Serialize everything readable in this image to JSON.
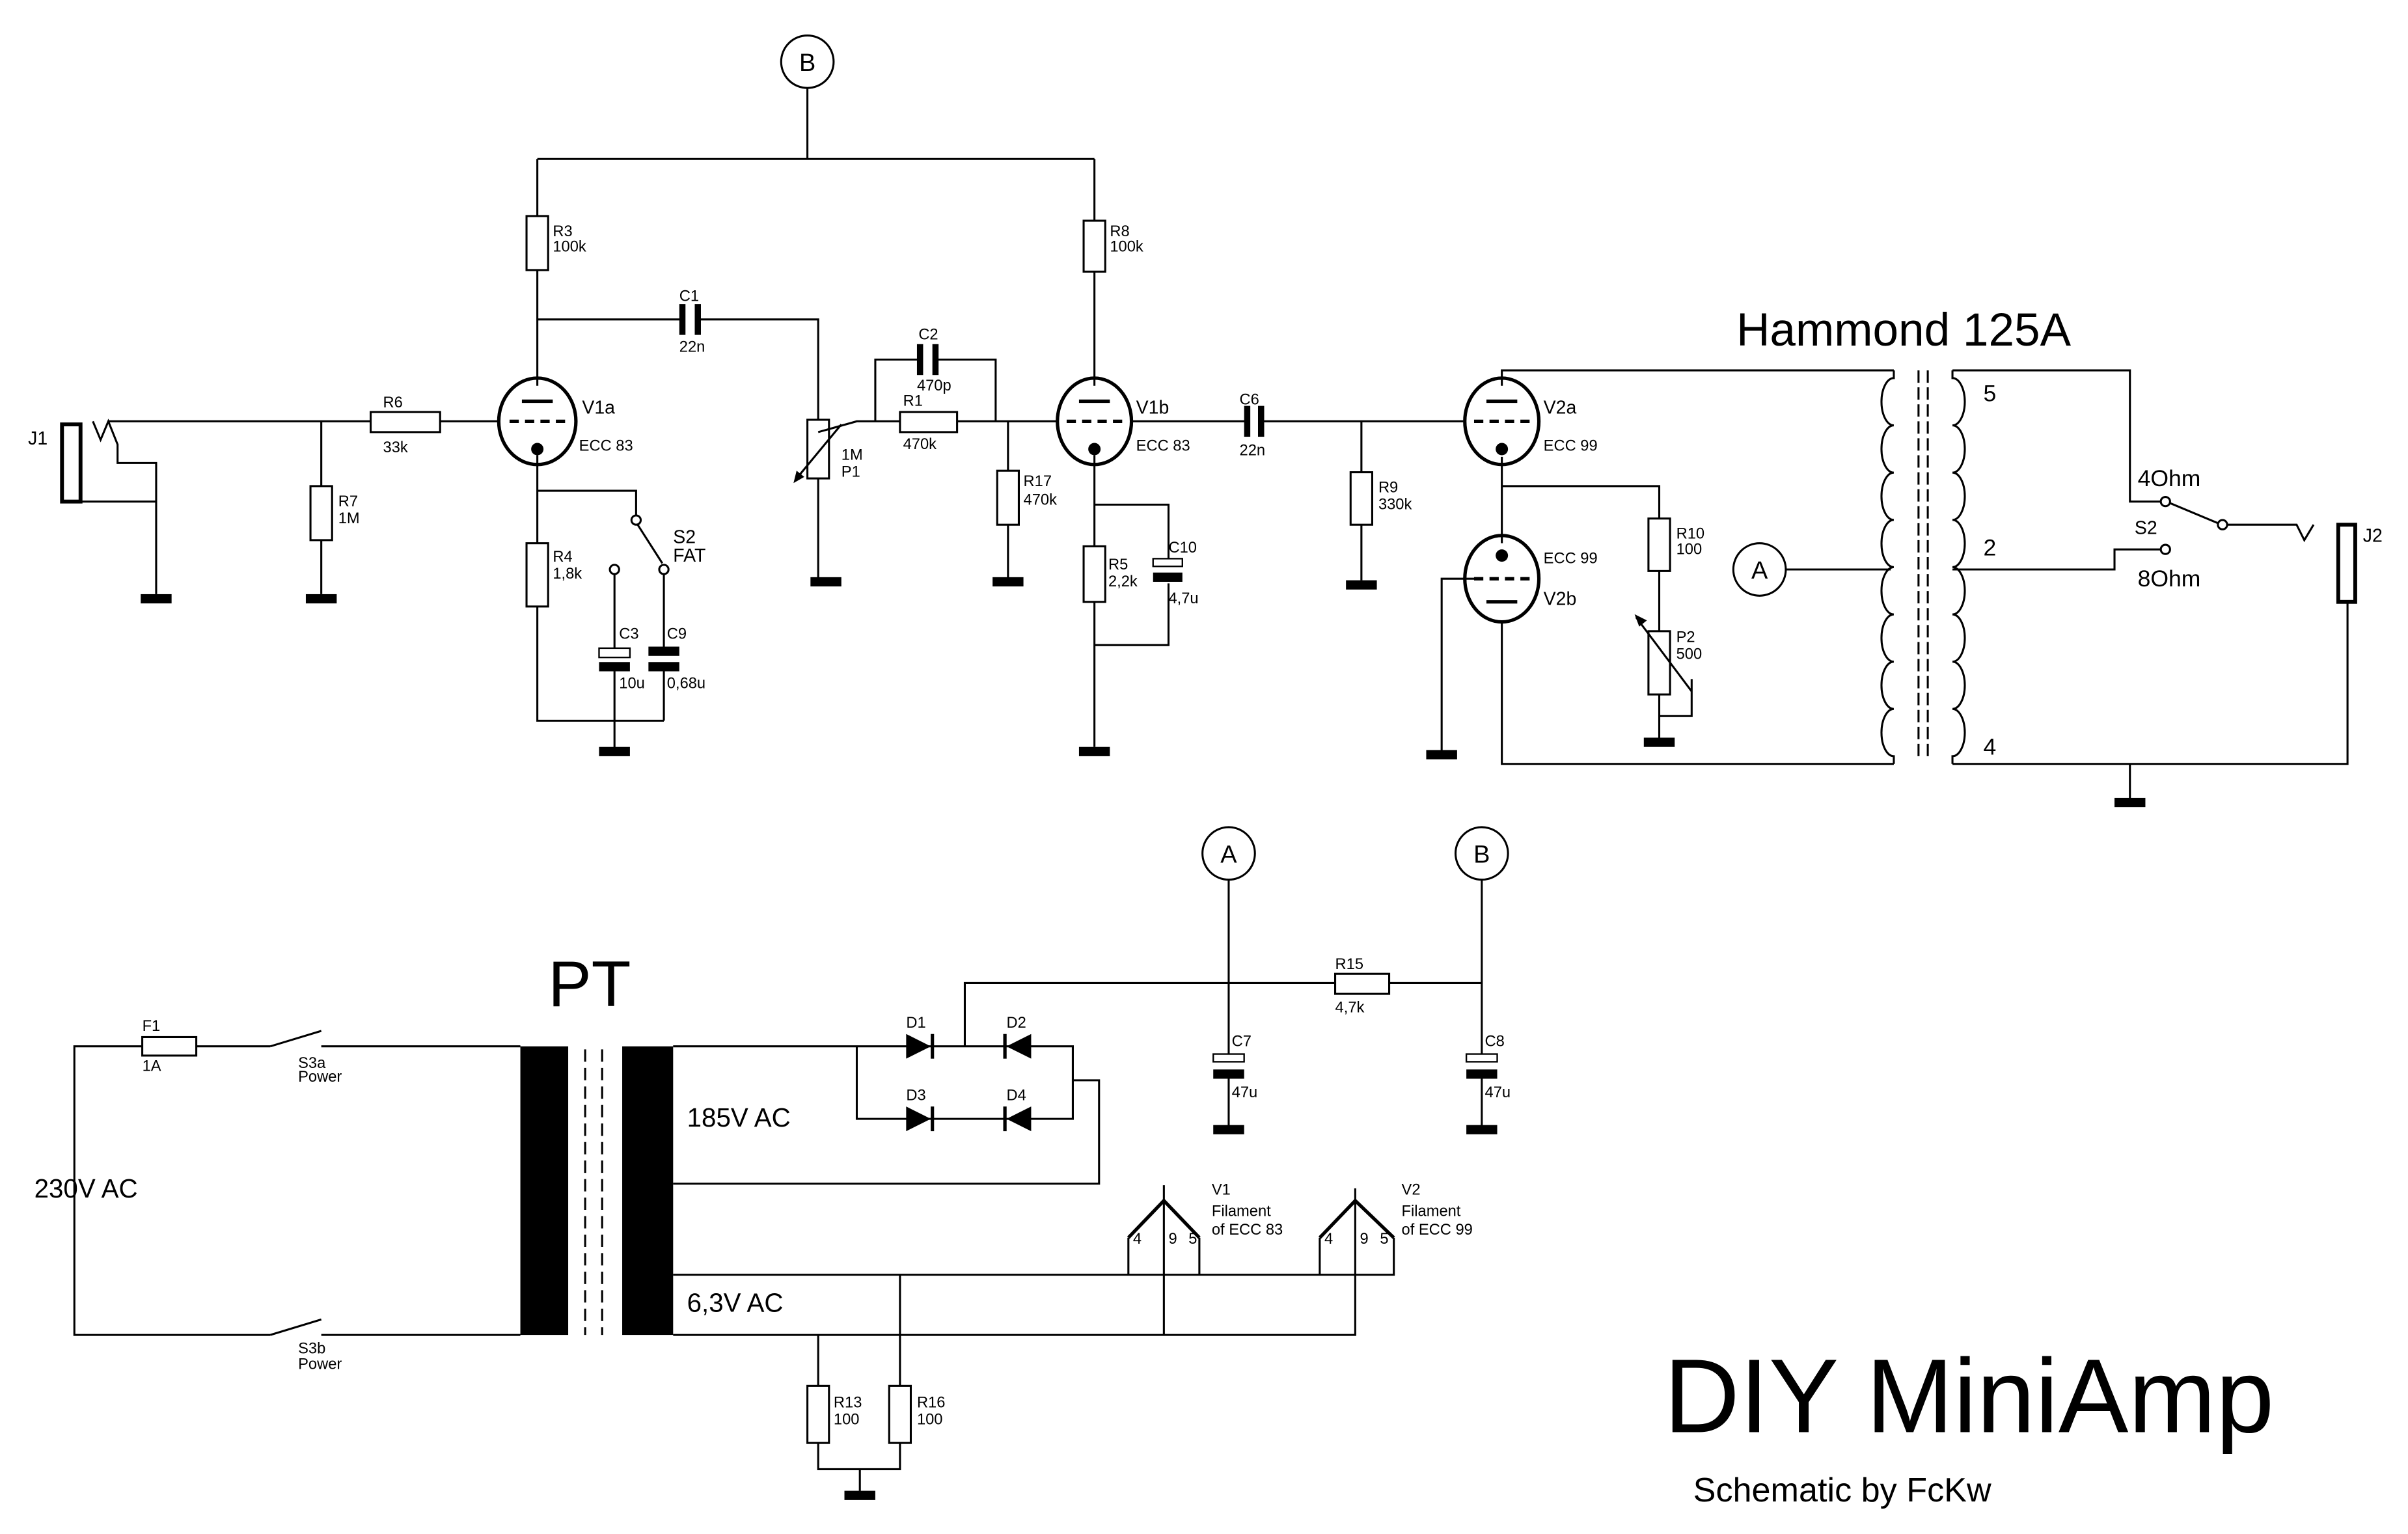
{
  "title": "DIY MiniAmp",
  "subtitle": "Schematic by FcKw",
  "nodes": {
    "A": "A",
    "B": "B"
  },
  "output_transformer": {
    "name": "Hammond 125A",
    "taps": [
      "5",
      "2",
      "4"
    ]
  },
  "power_transformer": {
    "name": "PT",
    "primary": "230V AC",
    "secondary_hv": "185V AC",
    "secondary_heater": "6,3V AC"
  },
  "jacks": {
    "J1": "J1",
    "J2": "J2"
  },
  "tubes": {
    "V1a": {
      "ref": "V1a",
      "type": "ECC 83"
    },
    "V1b": {
      "ref": "V1b",
      "type": "ECC 83"
    },
    "V2a": {
      "ref": "V2a",
      "type": "ECC 99"
    },
    "V2b": {
      "ref": "V2b",
      "type": "ECC 99"
    }
  },
  "resistors": {
    "R1": {
      "ref": "R1",
      "value": "470k"
    },
    "R3": {
      "ref": "R3",
      "value": "100k"
    },
    "R4": {
      "ref": "R4",
      "value": "1,8k"
    },
    "R5": {
      "ref": "R5",
      "value": "2,2k"
    },
    "R6": {
      "ref": "R6",
      "value": "33k"
    },
    "R7": {
      "ref": "R7",
      "value": "1M"
    },
    "R8": {
      "ref": "R8",
      "value": "100k"
    },
    "R9": {
      "ref": "R9",
      "value": "330k"
    },
    "R10": {
      "ref": "R10",
      "value": "100"
    },
    "R13": {
      "ref": "R13",
      "value": "100"
    },
    "R15": {
      "ref": "R15",
      "value": "4,7k"
    },
    "R16": {
      "ref": "R16",
      "value": "100"
    },
    "R17": {
      "ref": "R17",
      "value": "470k"
    }
  },
  "pots": {
    "P1": {
      "ref": "P1",
      "value": "1M"
    },
    "P2": {
      "ref": "P2",
      "value": "500"
    }
  },
  "capacitors": {
    "C1": {
      "ref": "C1",
      "value": "22n"
    },
    "C2": {
      "ref": "C2",
      "value": "470p"
    },
    "C3": {
      "ref": "C3",
      "value": "10u"
    },
    "C6": {
      "ref": "C6",
      "value": "22n"
    },
    "C7": {
      "ref": "C7",
      "value": "47u"
    },
    "C8": {
      "ref": "C8",
      "value": "47u"
    },
    "C9": {
      "ref": "C9",
      "value": "0,68u"
    },
    "C10": {
      "ref": "C10",
      "value": "4,7u"
    }
  },
  "diodes": [
    "D1",
    "D2",
    "D3",
    "D4"
  ],
  "fuse": {
    "ref": "F1",
    "value": "1A"
  },
  "switches": {
    "S2_fat": {
      "ref": "S2",
      "name": "FAT"
    },
    "S2_imp": {
      "ref": "S2",
      "opt1": "4Ohm",
      "opt2": "8Ohm"
    },
    "S3a": {
      "ref": "S3a",
      "name": "Power"
    },
    "S3b": {
      "ref": "S3b",
      "name": "Power"
    }
  },
  "filaments": {
    "V1": {
      "ref": "V1",
      "line1": "Filament",
      "line2": "of ECC 83",
      "pins": [
        "4",
        "9",
        "5"
      ]
    },
    "V2": {
      "ref": "V2",
      "line1": "Filament",
      "line2": "of ECC 99",
      "pins": [
        "4",
        "9",
        "5"
      ]
    }
  }
}
